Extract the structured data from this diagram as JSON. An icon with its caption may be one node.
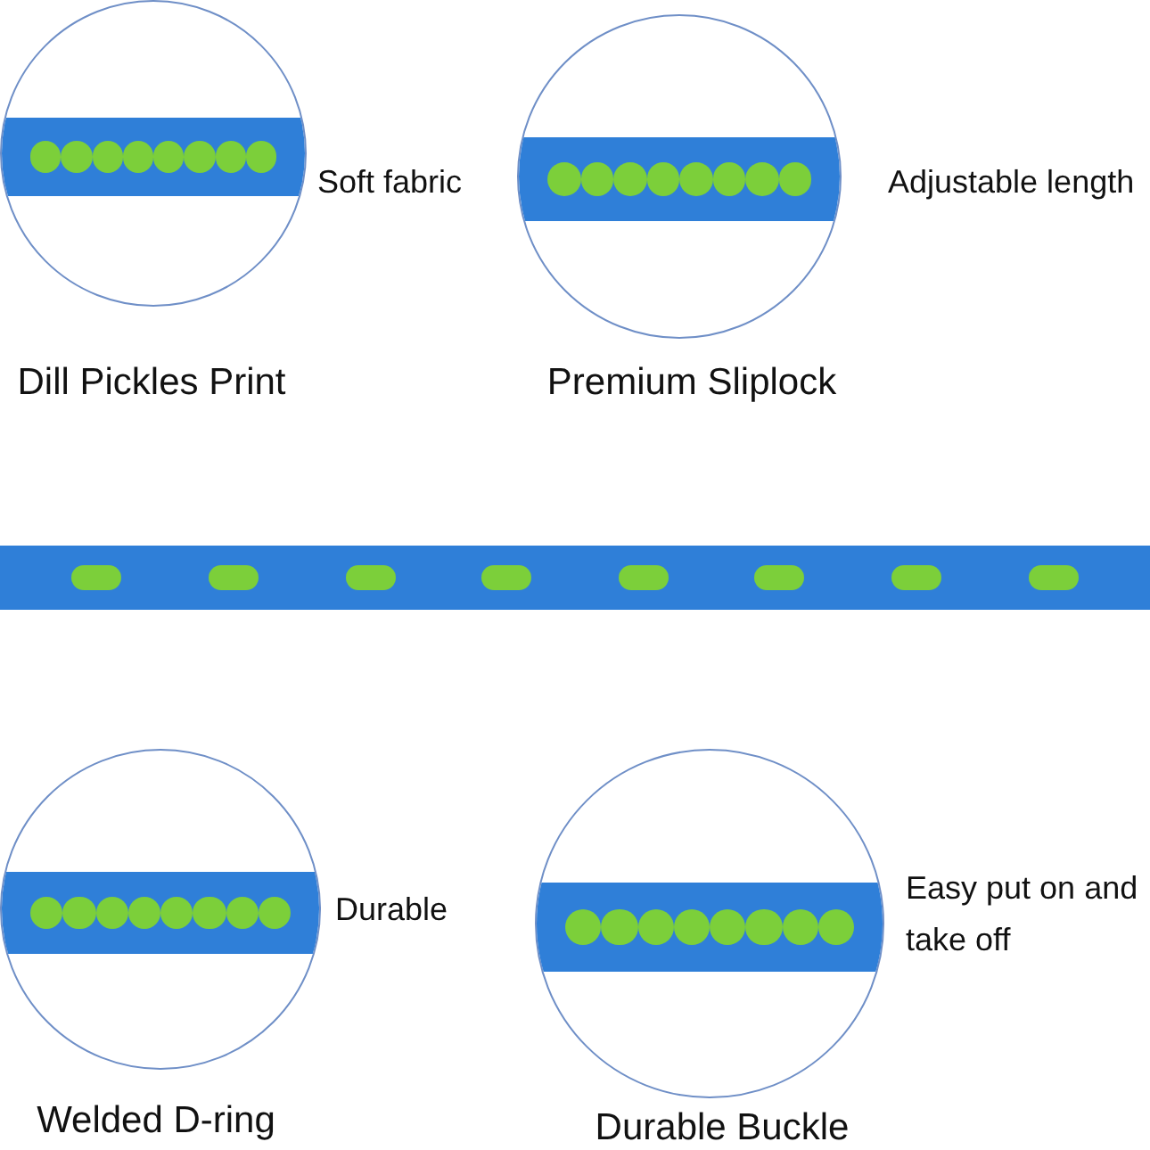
{
  "diagram": {
    "nodes": [
      {
        "text": [],
        "shape": "picture",
        "beside": [
          "Soft fabric",
          "Dill Pickles Print"
        ]
      },
      {
        "text": [],
        "shape": "picture",
        "beside": [
          "Adjustable length",
          "Premium Sliplock"
        ]
      },
      {
        "text": [],
        "shape": "picture"
      },
      {
        "text": [],
        "shape": "picture",
        "beside": [
          "Durable",
          "Welded D-ring"
        ]
      },
      {
        "text": [],
        "shape": "picture",
        "beside": [
          "Easy put on and take off",
          "Durable Buckle"
        ]
      }
    ]
  }
}
